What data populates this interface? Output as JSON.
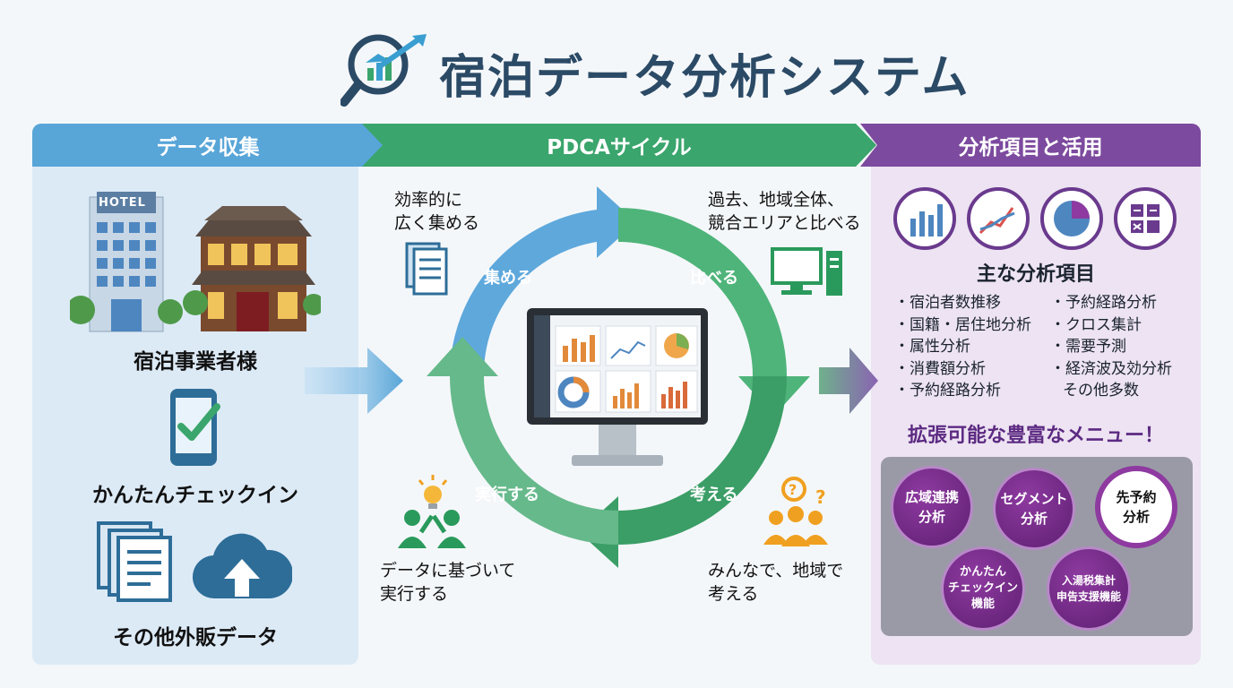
{
  "title": "宿泊データ分析システム",
  "headers": {
    "collect": "データ収集",
    "pdca": "PDCAサイクル",
    "analysis": "分析項目と活用"
  },
  "collect": {
    "hotel_sign": "HOTEL",
    "operators": "宿泊事業者様",
    "checkin": "かんたんチェックイン",
    "external": "その他外販データ"
  },
  "pdca": {
    "stages": [
      "集める",
      "比べる",
      "考える",
      "実行する"
    ],
    "captions": {
      "collect": [
        "効率的に",
        "広く集める"
      ],
      "compare": [
        "過去、地域全体、",
        "競合エリアと比べる"
      ],
      "think": [
        "みんなで、地域で",
        "考える"
      ],
      "act": [
        "データに基づいて",
        "実行する"
      ]
    }
  },
  "analysis": {
    "items_title": "主な分析項目",
    "items_left": [
      "宿泊者数推移",
      "国籍・居住地分析",
      "属性分析",
      "消費額分析",
      "予約経路分析"
    ],
    "items_right": [
      "予約経路分析",
      "クロス集計",
      "需要予測",
      "経済波及効分析"
    ],
    "items_right_extra": "その他多数",
    "expand_title": "拡張可能な豊富なメニュー！",
    "menu": [
      "広域連携\n分析",
      "セグメント\n分析",
      "先予約\n分析",
      "かんたん\nチェックイン\n機能",
      "入湯税集計\n申告支援機能"
    ]
  },
  "colors": {
    "blue": "#58a5d8",
    "green": "#3aa56c",
    "purple": "#7c4a9e",
    "left_panel": "#dceaf6",
    "right_panel": "#ede3f2"
  }
}
